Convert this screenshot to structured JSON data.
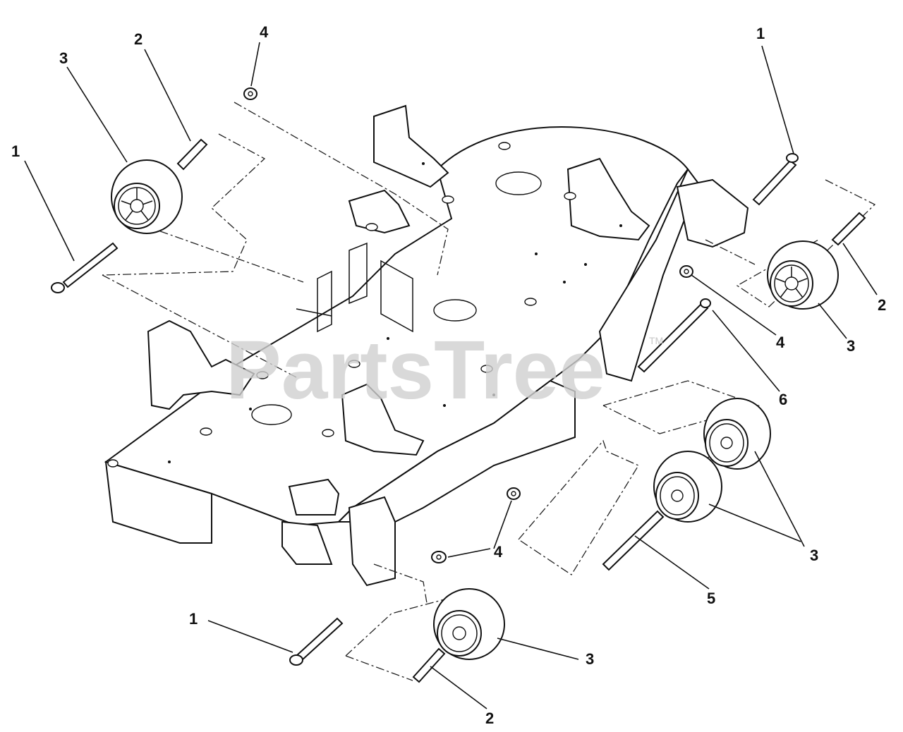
{
  "watermark": {
    "text": "PartsTree",
    "tm": "TM"
  },
  "callouts": {
    "c1_left": "1",
    "c2_top": "2",
    "c3_top_left": "3",
    "c4_top": "4",
    "c1_top_right": "1",
    "c2_right": "2",
    "c3_right": "3",
    "c4_right": "4",
    "c6": "6",
    "c3_pair": "3",
    "c5": "5",
    "c4_bottom": "4",
    "c1_bottom": "1",
    "c3_bottom": "3",
    "c2_bottom": "2"
  },
  "parts": {
    "p1": "bolt-icon",
    "p2": "spacer-pin-icon",
    "p3": "deck-wheel-icon",
    "p4": "nut-icon",
    "p5": "axle-pin-icon",
    "p6": "long-bolt-icon"
  }
}
